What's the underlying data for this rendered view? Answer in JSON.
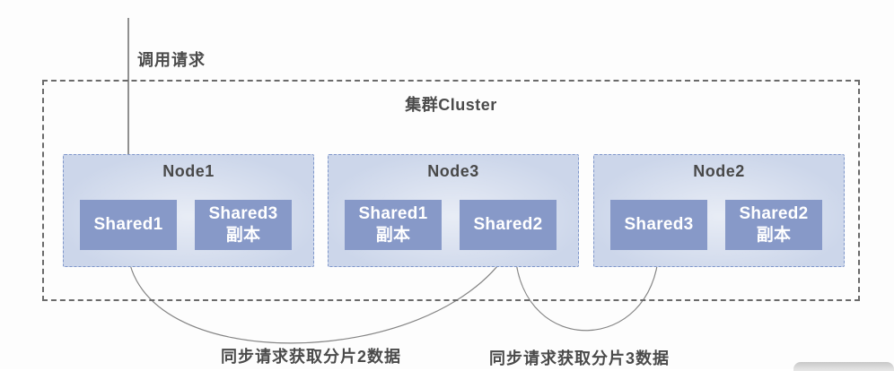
{
  "diagram": {
    "call_label": "调用请求",
    "cluster_title": "集群Cluster",
    "nodes": [
      {
        "name": "Node1",
        "shards": [
          {
            "name": "Shared1"
          },
          {
            "name": "Shared3",
            "suffix": "副本"
          }
        ]
      },
      {
        "name": "Node3",
        "shards": [
          {
            "name": "Shared1",
            "suffix": "副本"
          },
          {
            "name": "Shared2"
          }
        ]
      },
      {
        "name": "Node2",
        "shards": [
          {
            "name": "Shared3"
          },
          {
            "name": "Shared2",
            "suffix": "副本"
          }
        ]
      }
    ],
    "sync_labels": [
      "同步请求获取分片2数据",
      "同步请求获取分片3数据"
    ],
    "colors": {
      "node_fill": "#ccd6ea",
      "node_border": "#7e96ca",
      "shard_fill": "#8799c8",
      "shard_text": "#ffffff",
      "cluster_border": "#6a6a6a",
      "label_text": "#4a4a4a",
      "call_arrow": "#6c6c6c",
      "sync_curve": "#858585"
    }
  }
}
